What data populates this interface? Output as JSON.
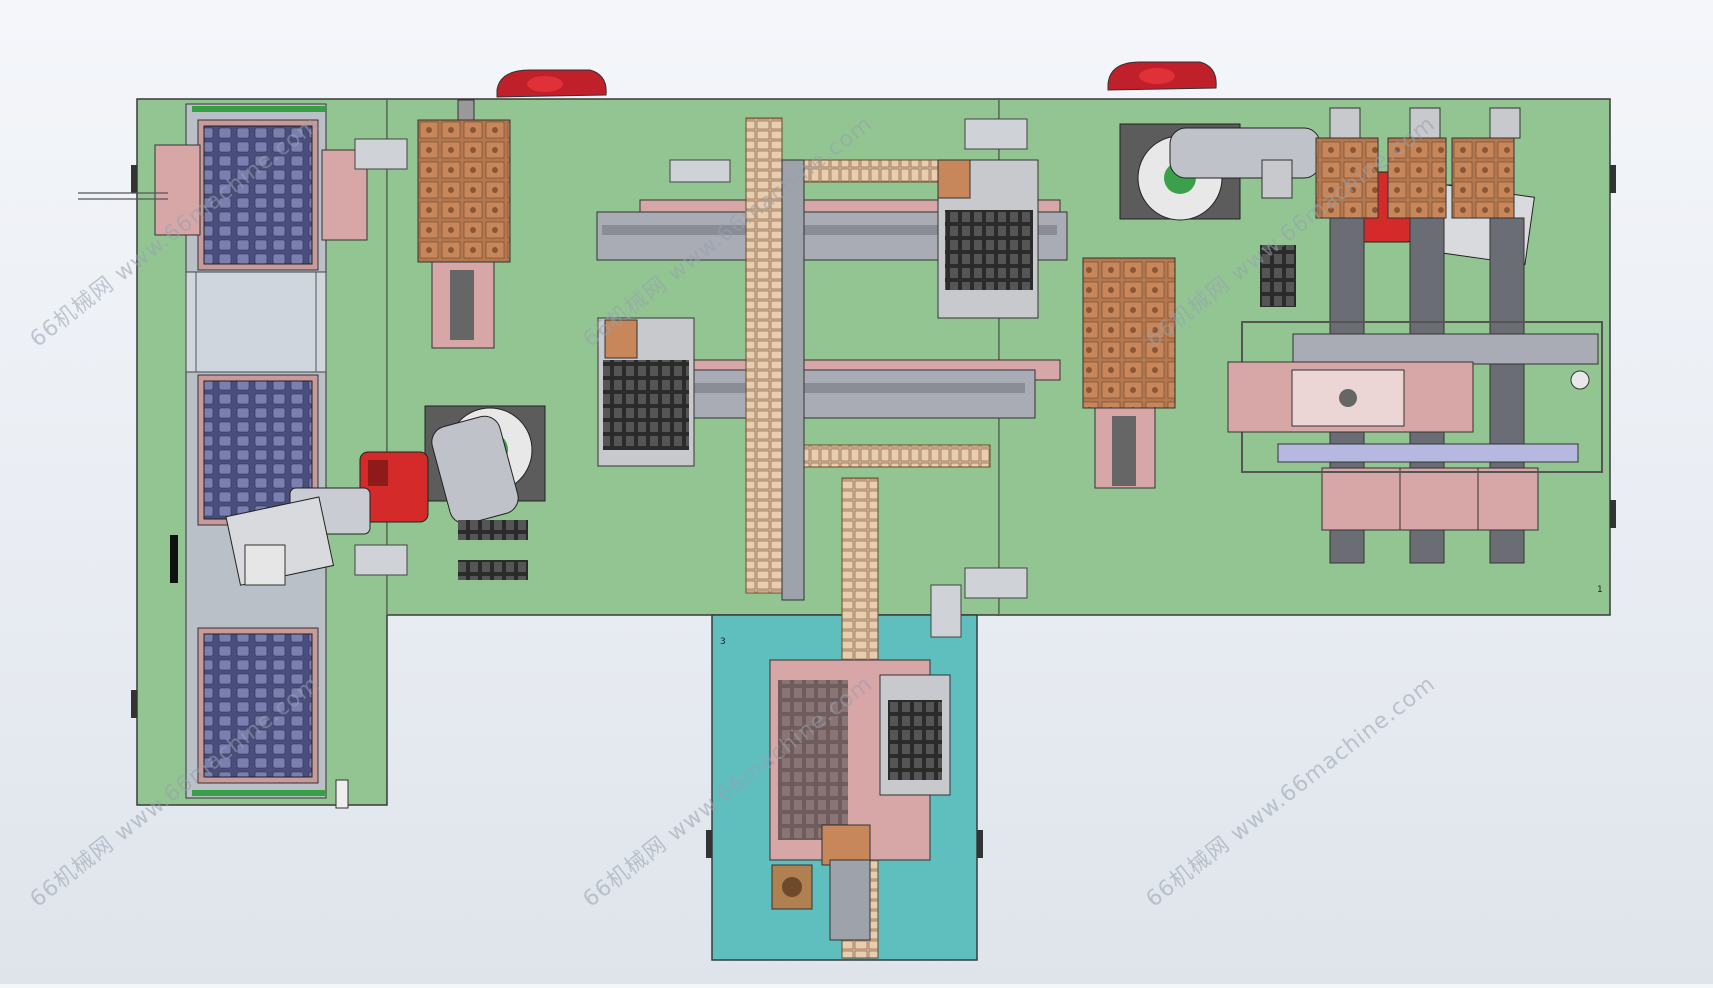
{
  "palette": {
    "plate_green": "#93c593",
    "plate_teal": "#5fbfbf",
    "copper": "#c8875a",
    "tray_purple": "#5b5f8f",
    "robot_red": "#d42a2a",
    "rail_grey": "#a9acb4",
    "pink_block": "#d7a6a6",
    "outline": "#3a3a3a"
  },
  "labels": {
    "teal_station_number": "3",
    "right_station_number": "1"
  },
  "watermark": {
    "text": "66机械网 www.66machine.com"
  },
  "icons": [
    "six-axis-robot-icon",
    "emergency-stop-icon",
    "cable-chain-icon",
    "servo-motor-icon"
  ]
}
